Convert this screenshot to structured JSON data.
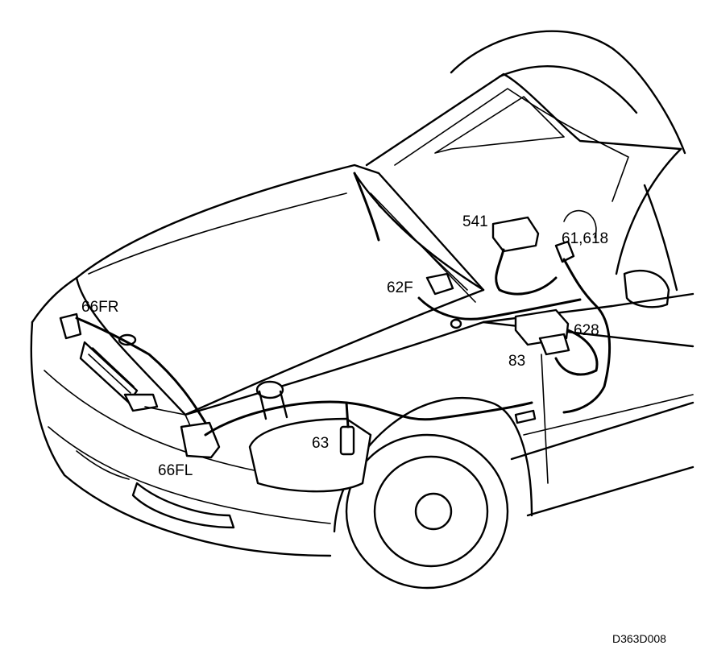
{
  "callouts": [
    {
      "id": "541",
      "text": "541"
    },
    {
      "id": "61_618",
      "text": "61,618"
    },
    {
      "id": "62F",
      "text": "62F"
    },
    {
      "id": "628",
      "text": "628"
    },
    {
      "id": "83",
      "text": "83"
    },
    {
      "id": "66FR",
      "text": "66FR"
    },
    {
      "id": "63",
      "text": "63"
    },
    {
      "id": "66FL",
      "text": "66FL"
    }
  ],
  "reference_code": "D363D008"
}
